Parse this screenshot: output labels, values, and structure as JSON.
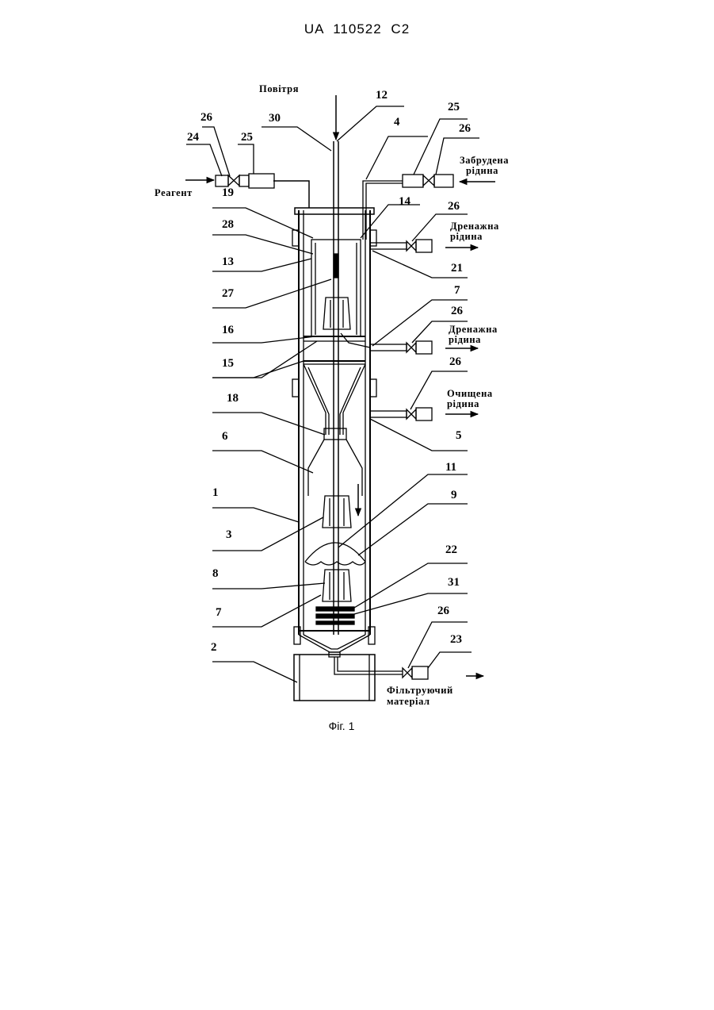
{
  "header": {
    "patent_number": "UA   110522   C2"
  },
  "figure": {
    "caption": "Фіг. 1",
    "stream_labels": {
      "air": "Повітря",
      "reagent": "Реагент",
      "contaminated_1": "Забрудена",
      "contaminated_2": "рідина",
      "drain_top_1": "Дренажна",
      "drain_top_2": "рідина",
      "drain_mid_1": "Дренажна",
      "drain_mid_2": "рідина",
      "purified_1": "Очищена",
      "purified_2": "рідина",
      "filter_1": "Фільтруючий",
      "filter_2": "матеріал"
    },
    "part_numbers": {
      "n12": "12",
      "n30": "30",
      "n4": "4",
      "n25a": "25",
      "n26a": "26",
      "n26b": "26",
      "n24": "24",
      "n25b": "25",
      "n19": "19",
      "n14": "14",
      "n26c": "26",
      "n28": "28",
      "n13": "13",
      "n21": "21",
      "n27": "27",
      "n7a": "7",
      "n26d": "26",
      "n16": "16",
      "n15": "15",
      "n26e": "26",
      "n18": "18",
      "n5": "5",
      "n6": "6",
      "n11": "11",
      "n1": "1",
      "n9": "9",
      "n3": "3",
      "n22": "22",
      "n8": "8",
      "n31": "31",
      "n7b": "7",
      "n26f": "26",
      "n23": "23",
      "n2": "2"
    }
  }
}
